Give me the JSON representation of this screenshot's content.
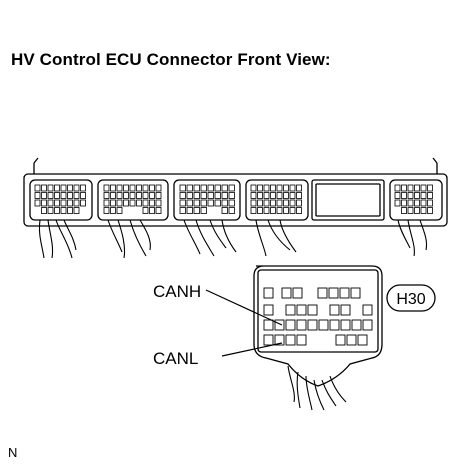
{
  "title": "HV Control ECU Connector Front View:",
  "connector_ref": "H30",
  "pins": {
    "canh": "CANH",
    "canl": "CANL"
  },
  "footer_note": "N"
}
